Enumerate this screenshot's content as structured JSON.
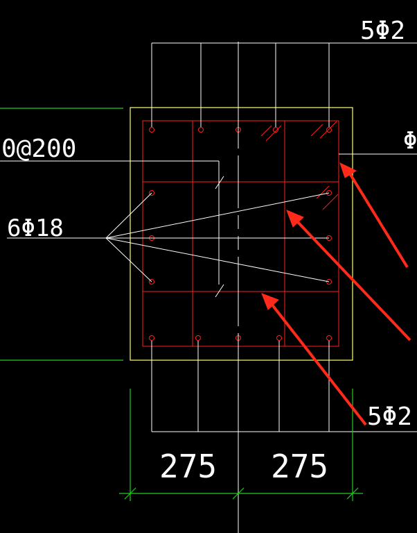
{
  "labels": {
    "top_rebar": "5Φ2",
    "bottom_rebar": "5Φ2",
    "stirrup_spacing": "0@200",
    "side_rebar": "6Φ18",
    "right_edge": "Φ",
    "dim_left": "275",
    "dim_right": "275"
  },
  "colors": {
    "background": "#000000",
    "column_outline": "#ffff66",
    "rebar_red": "#ff2020",
    "leader_white": "#ffffff",
    "dimension_green": "#22cc22",
    "arrow_red": "#ff2a1a"
  }
}
